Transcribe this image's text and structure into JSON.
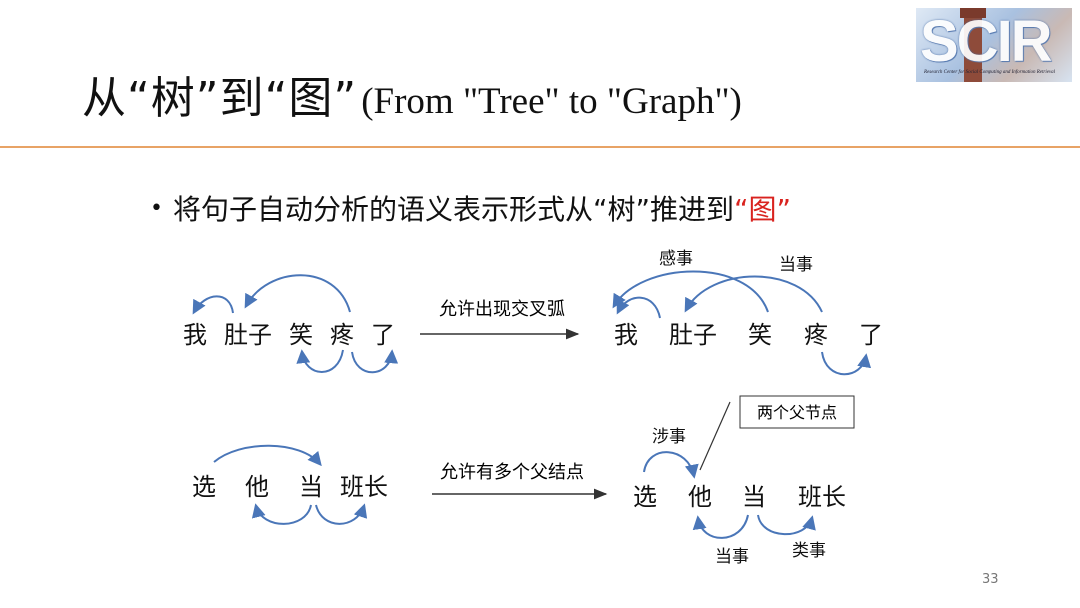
{
  "slide": {
    "title_zh": "从“树”到“图”",
    "title_en": "(From \"Tree\" to \"Graph\")",
    "logo_text": "SCIR",
    "logo_subtext": "Research Center for Social Computing and Information Retrieval",
    "bullet_main": "将句子自动分析的语义表示形式从“树”推进到",
    "bullet_highlight": "“图”",
    "page_number": "33"
  },
  "diagram": {
    "top_left_words": [
      "我",
      "肚子",
      "笑",
      "疼",
      "了"
    ],
    "top_arrow_label": "允许出现交叉弧",
    "top_right_words": [
      "我",
      "肚子",
      "笑",
      "疼",
      "了"
    ],
    "top_right_arc_labels": [
      "感事",
      "当事"
    ],
    "bottom_left_words": [
      "选",
      "他",
      "当",
      "班长"
    ],
    "bottom_arrow_label": "允许有多个父结点",
    "bottom_right_words": [
      "选",
      "他",
      "当",
      "班长"
    ],
    "bottom_right_arc_labels": [
      "涉事",
      "当事",
      "类事"
    ],
    "callout": "两个父节点",
    "arc_color": "#4a76b8"
  }
}
